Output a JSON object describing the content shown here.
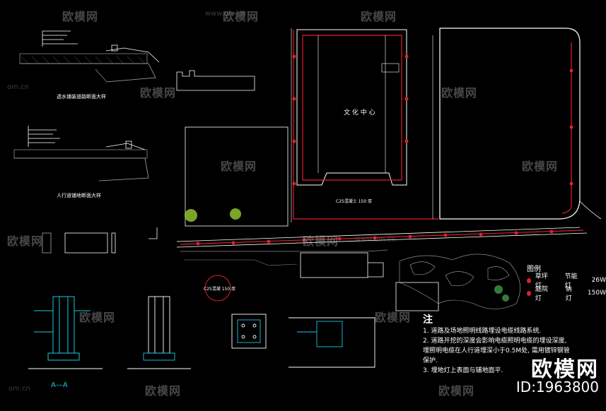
{
  "watermark": {
    "brand": "欧模网",
    "url": "www.om.cn",
    "url_short": "om.cn"
  },
  "labels": {
    "culture_center": "文 化 中 心",
    "section_aa": "A—A",
    "ret_detail_1": "透水铺装道路断面大样",
    "ret_detail_2": "人行道铺地断面大样",
    "cable_label": "C25混凝土 150 厚",
    "bottom_label": "C25混凝 150 厚",
    "legend_title": "图例"
  },
  "legend": [
    {
      "name": "草坪灯",
      "spec_label": "节能灯",
      "spec_value": "26W"
    },
    {
      "name": "庭院灯",
      "spec_label": "钠灯",
      "spec_value": "150W"
    }
  ],
  "notes": {
    "head": "注",
    "items": [
      "1. 道路及场地照明线路埋设电缆线路系统.",
      "2. 道路开挖的深度会影响电缆照明电缆的埋设深度, 埋照明电缆在人行道埋深小于0.5M处, 需用镀锌钢管保护.",
      "3. 埋地灯上表面与铺地面平."
    ]
  },
  "brand": {
    "name": "欧模网",
    "id": "ID:1963800"
  },
  "colors": {
    "background": "#000000",
    "line": "#ffffff",
    "accent_red": "#e0202a",
    "cyan": "#18c8e8",
    "grey": "#808080"
  }
}
